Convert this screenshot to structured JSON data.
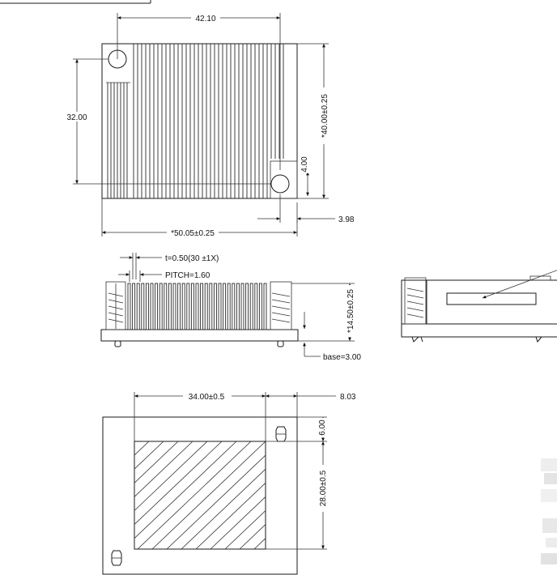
{
  "top_view": {
    "dim_width_top": "42.10",
    "dim_height_left": "32.00",
    "dim_height_right": "*40.00±0.25",
    "dim_small_vertical": "4.00",
    "dim_offset": "3.98",
    "dim_width_bottom": "*50.05±0.25"
  },
  "side_view": {
    "fin_thickness": "t=0.50(30 ±1X)",
    "pitch": "PITCH=1.60",
    "height": "*14.50±0.25",
    "base": "base=3.00"
  },
  "bottom_view": {
    "dim_width": "34.00±0.5",
    "dim_right_offset": "8.03",
    "dim_top_offset": "6.00",
    "dim_height": "28.00±0.5"
  },
  "colors": {
    "line": "#1a1a1a",
    "fin_fill": "#ffffff",
    "background": "#ffffff"
  }
}
